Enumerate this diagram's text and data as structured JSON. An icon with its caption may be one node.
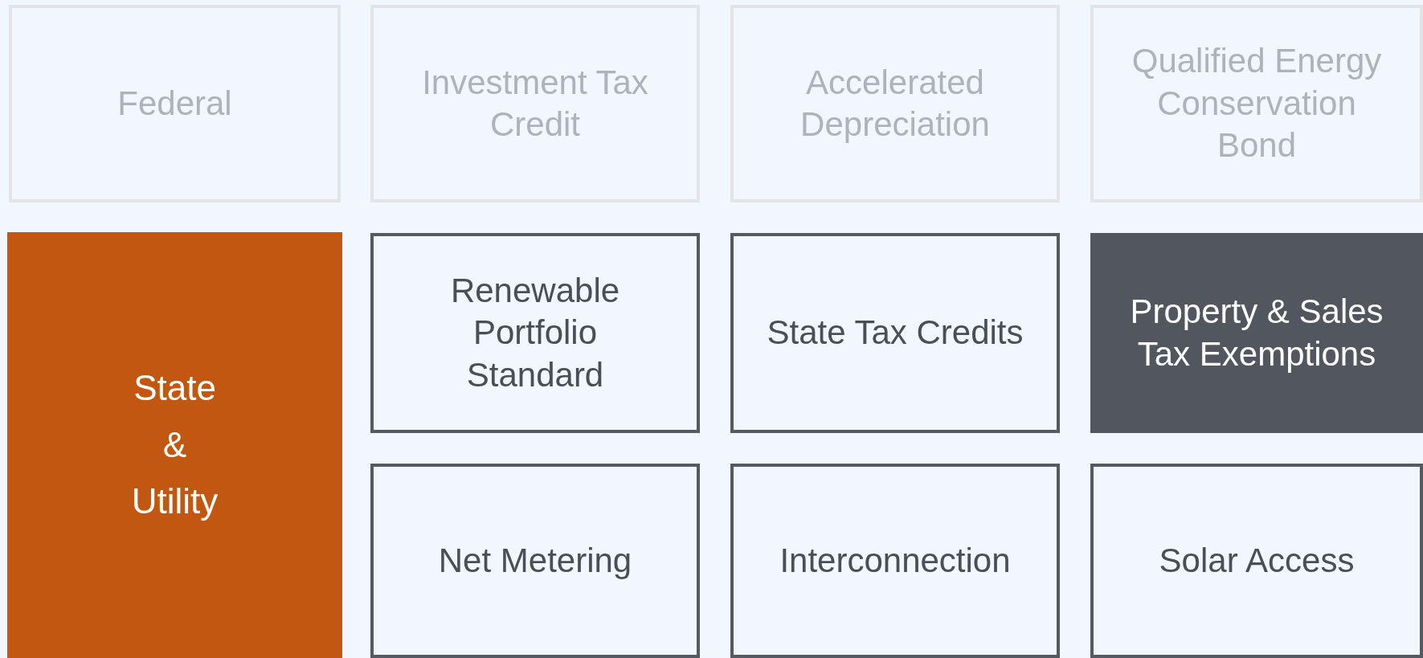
{
  "diagram": {
    "nodes": [
      {
        "text": [
          "Federal"
        ]
      },
      {
        "text": [
          "Investment Tax Credit"
        ]
      },
      {
        "text": [
          "Accelerated Depreciation"
        ]
      },
      {
        "text": [
          "Qualified Energy Conservation Bond"
        ]
      },
      {
        "text": [
          "State & Utility"
        ]
      },
      {
        "text": [
          "Renewable Portfolio Standard"
        ]
      },
      {
        "text": [
          "State Tax Credits"
        ]
      },
      {
        "text": [
          "Property & Sales Tax Exemptions"
        ]
      },
      {
        "text": [
          "Net Metering"
        ]
      },
      {
        "text": [
          "Interconnection"
        ]
      },
      {
        "text": [
          "Solar Access"
        ]
      }
    ]
  }
}
